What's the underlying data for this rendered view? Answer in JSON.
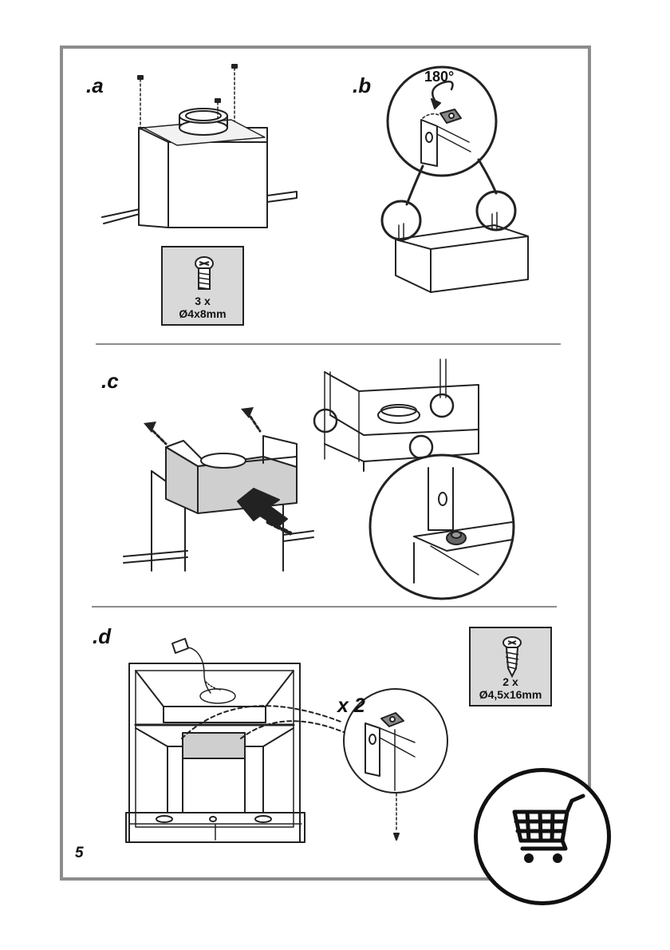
{
  "page_number": "5",
  "steps": [
    {
      "label": ".a"
    },
    {
      "label": ".b",
      "rotation": "180°"
    },
    {
      "label": ".c"
    },
    {
      "label": ".d",
      "multiplier": "x 2"
    }
  ],
  "screw_boxes": [
    {
      "count": "3 x",
      "size": "Ø4x8mm",
      "icon": "machine-screw-icon"
    },
    {
      "count": "2 x",
      "size": "Ø4,5x16mm",
      "icon": "wood-screw-icon"
    }
  ],
  "cart_icon": "shopping-cart-icon",
  "colors": {
    "frame": "#8c8c8c",
    "box_fill": "#d9d9d9",
    "line": "#222222",
    "light_panel": "#cfcfcf"
  }
}
